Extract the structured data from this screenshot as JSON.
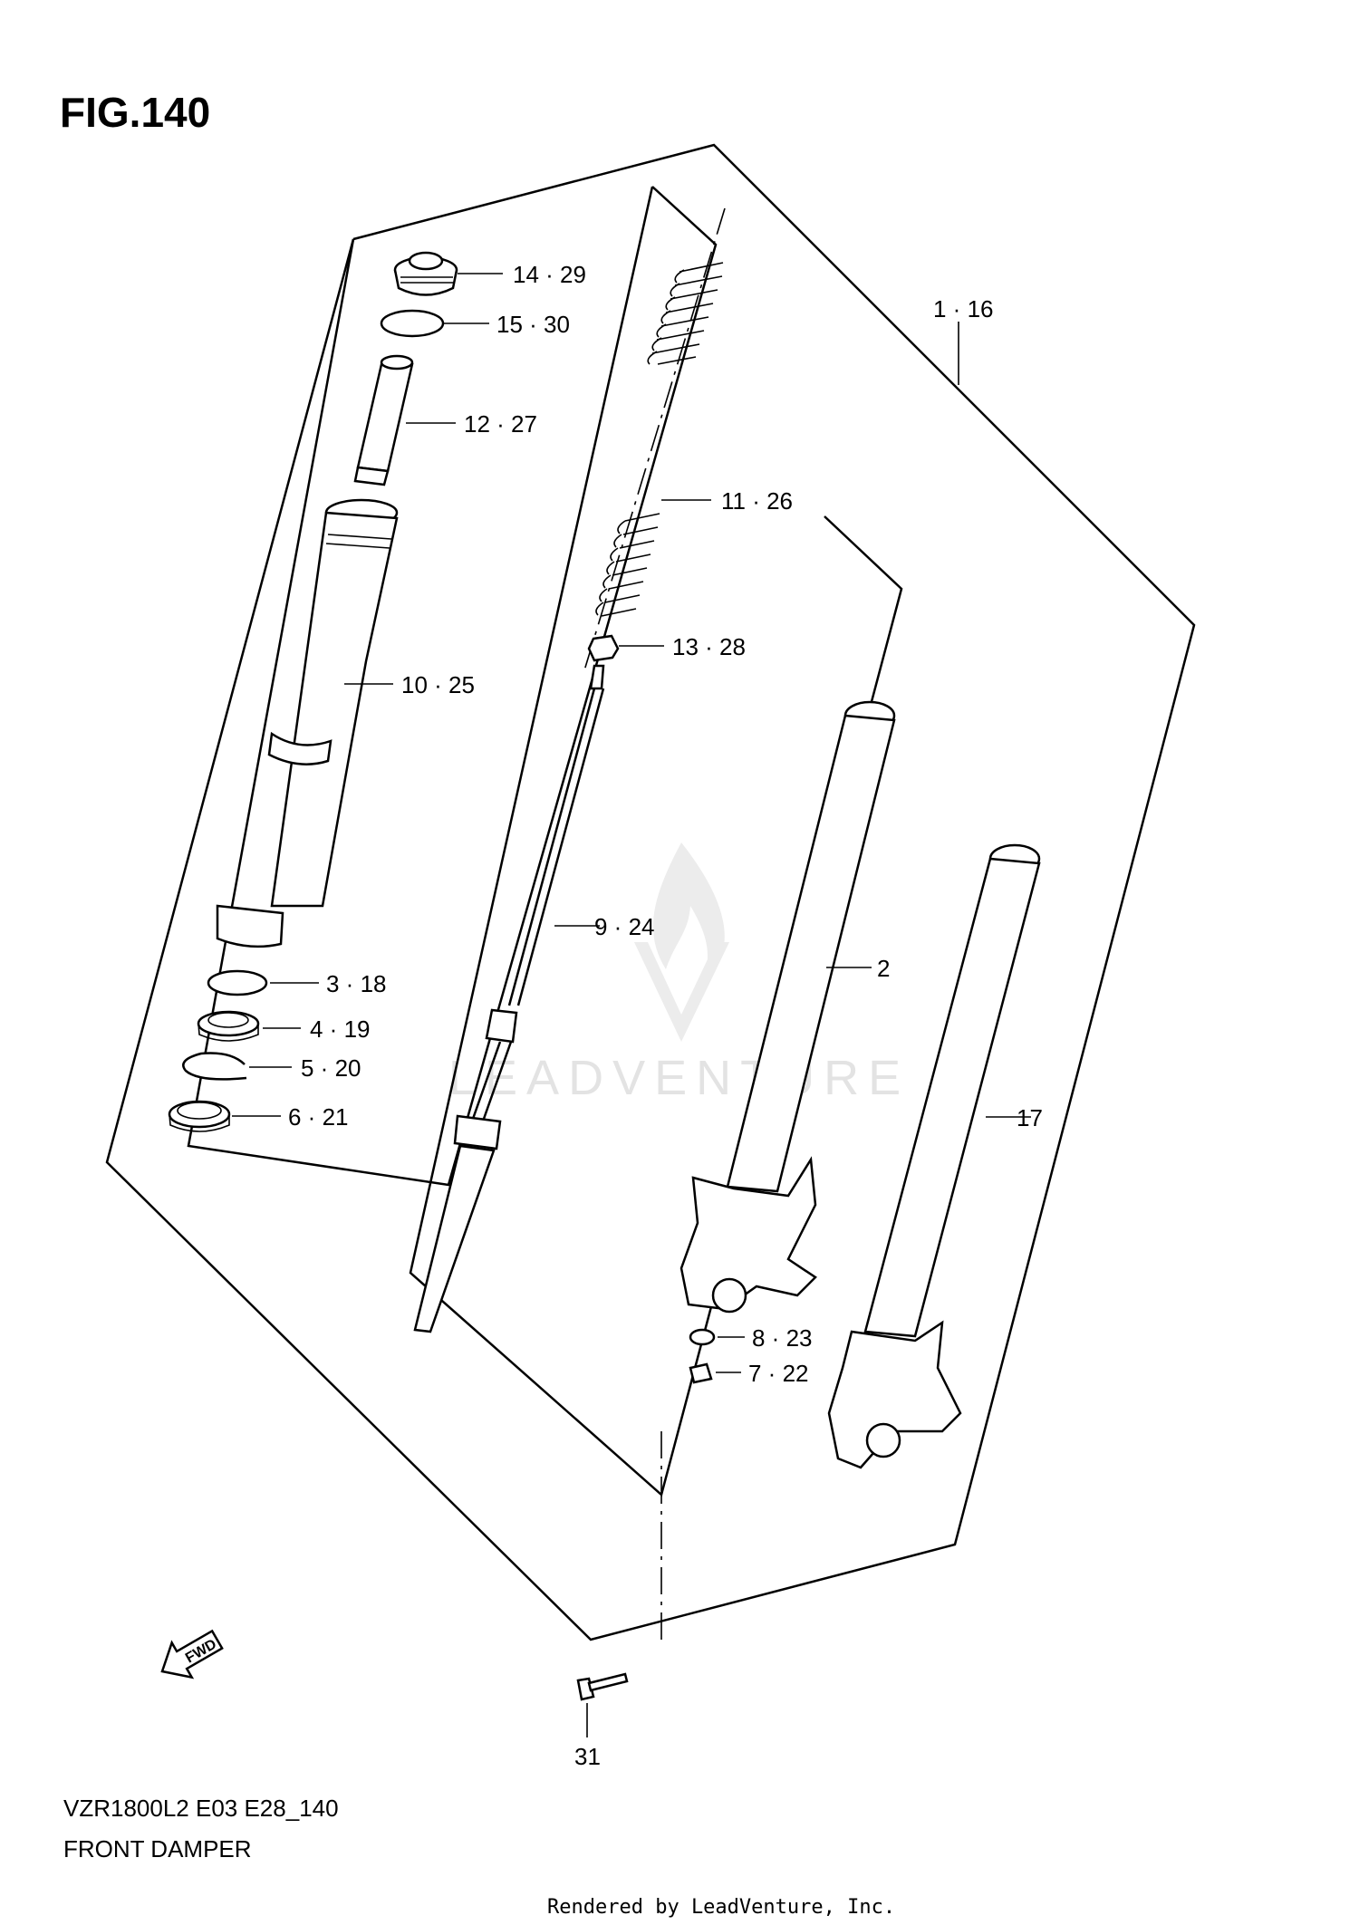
{
  "figure": {
    "title": "FIG.140",
    "model": "VZR1800L2 E03 E28_140",
    "name": "FRONT DAMPER"
  },
  "watermark": {
    "text": "LEADVENTURE",
    "icon": "leadventure-flame-logo"
  },
  "fwd_arrow": {
    "text": "FWD",
    "icon": "forward-arrow-icon"
  },
  "callouts": {
    "c14_29": "14 · 29",
    "c15_30": "15 · 30",
    "c12_27": "12 · 27",
    "c1_16": "1 · 16",
    "c11_26": "11 · 26",
    "c10_25": "10 · 25",
    "c13_28": "13 · 28",
    "c9_24": "9 · 24",
    "c2": "2",
    "c3_18": "3 · 18",
    "c4_19": "4 · 19",
    "c5_20": "5 · 20",
    "c6_21": "6 · 21",
    "c17": "17",
    "c8_23": "8 · 23",
    "c7_22": "7 · 22",
    "c31": "31"
  },
  "credit": "Rendered by LeadVenture, Inc."
}
